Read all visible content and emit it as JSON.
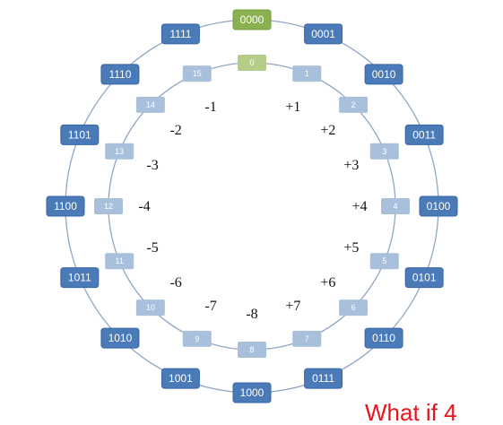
{
  "colors": {
    "outer_box": "#4a7ab8",
    "outer_box_border": "#3a67a3",
    "inner_box": "#a9c0dc",
    "highlight_outer": "#8bb050",
    "highlight_inner": "#b4cd88",
    "ring_line": "#8fa6c4",
    "caption": "#e8141e"
  },
  "outer_labels": [
    "0000",
    "0001",
    "0010",
    "0011",
    "0100",
    "0101",
    "0110",
    "0111",
    "1000",
    "1001",
    "1010",
    "1011",
    "1100",
    "1101",
    "1110",
    "1111"
  ],
  "inner_labels": [
    "0",
    "1",
    "2",
    "3",
    "4",
    "5",
    "6",
    "7",
    "8",
    "9",
    "10",
    "11",
    "12",
    "13",
    "14",
    "15"
  ],
  "signed_labels": [
    "",
    "+1",
    "+2",
    "+3",
    "+4",
    "+5",
    "+6",
    "+7",
    "-8",
    "-7",
    "-6",
    "-5",
    "-4",
    "-3",
    "-2",
    "-1"
  ],
  "caption": "What if 4"
}
